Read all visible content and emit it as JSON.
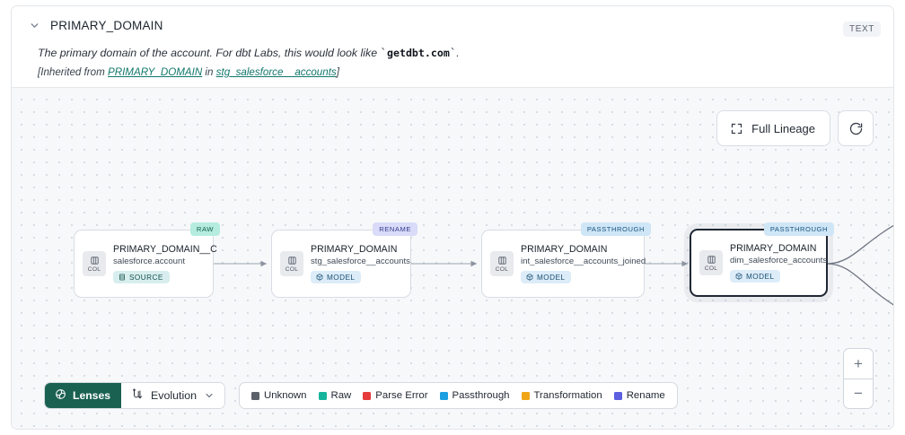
{
  "header": {
    "collapse_icon": "chevron-down-icon",
    "title": "PRIMARY_DOMAIN",
    "type_badge": "TEXT",
    "description_prefix": "The primary domain of the account. For dbt Labs, this would look like ",
    "description_code": "getdbt.com",
    "description_suffix": ".",
    "inherited_prefix": "[Inherited from ",
    "inherited_link1": "PRIMARY_DOMAIN",
    "inherited_middle": " in ",
    "inherited_link2": "stg_salesforce__accounts",
    "inherited_suffix": "]"
  },
  "controls": {
    "full_lineage_label": "Full Lineage",
    "full_lineage_icon": "expand-corners-icon",
    "refresh_icon": "refresh-icon",
    "zoom_in_label": "+",
    "zoom_out_label": "−"
  },
  "graph": {
    "col_badge_label": "COL",
    "nodes": [
      {
        "tag": "RAW",
        "tag_kind": "raw",
        "name": "PRIMARY_DOMAIN__C",
        "source": "salesforce.account",
        "kind_label": "SOURCE",
        "kind_type": "source",
        "selected": false
      },
      {
        "tag": "RENAME",
        "tag_kind": "rename",
        "name": "PRIMARY_DOMAIN",
        "source": "stg_salesforce__accounts",
        "kind_label": "MODEL",
        "kind_type": "model",
        "selected": false
      },
      {
        "tag": "PASSTHROUGH",
        "tag_kind": "pass",
        "name": "PRIMARY_DOMAIN",
        "source": "int_salesforce__accounts_joined",
        "kind_label": "MODEL",
        "kind_type": "model",
        "selected": false
      },
      {
        "tag": "PASSTHROUGH",
        "tag_kind": "pass",
        "name": "PRIMARY_DOMAIN",
        "source": "dim_salesforce_accounts",
        "kind_label": "MODEL",
        "kind_type": "model",
        "selected": true
      }
    ]
  },
  "toolbar": {
    "lenses_label": "Lenses",
    "lenses_icon": "lens-aperture-icon",
    "evolution_label": "Evolution",
    "evolution_icon": "evolution-flow-icon",
    "evolution_chevron": "chevron-down-icon",
    "legend": [
      {
        "label": "Unknown",
        "color": "#5b6069"
      },
      {
        "label": "Raw",
        "color": "#17b59b"
      },
      {
        "label": "Parse Error",
        "color": "#e53b3b"
      },
      {
        "label": "Passthrough",
        "color": "#1b9fe0"
      },
      {
        "label": "Transformation",
        "color": "#f0a515"
      },
      {
        "label": "Rename",
        "color": "#5b5fe0"
      }
    ]
  }
}
